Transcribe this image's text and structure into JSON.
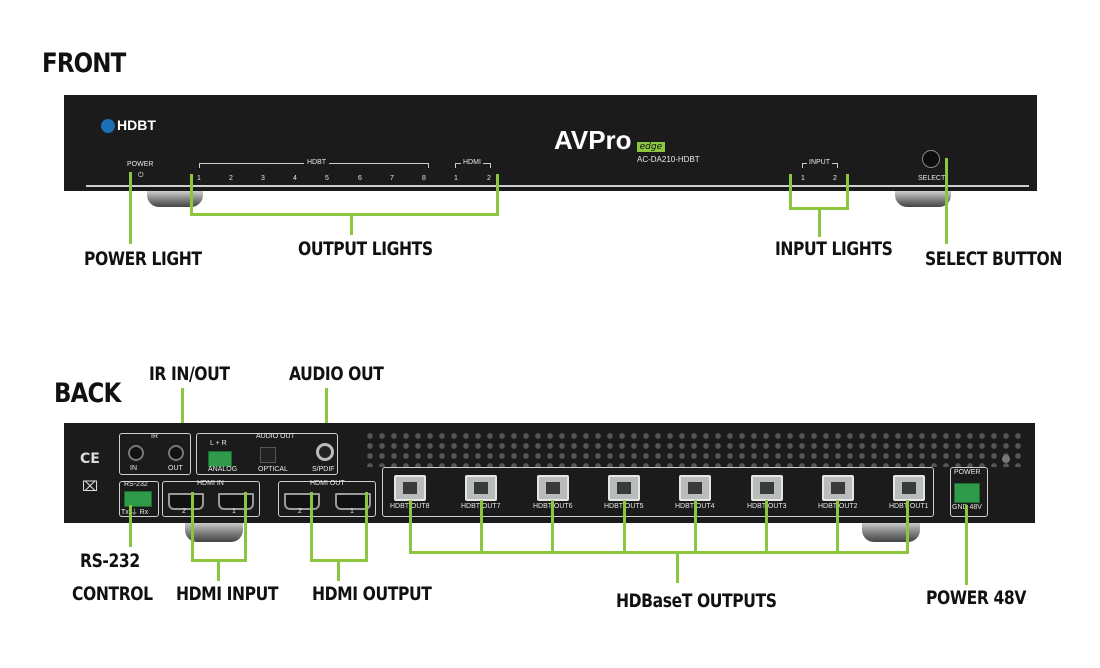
{
  "headings": {
    "front": "FRONT",
    "back": "BACK"
  },
  "front_labels": {
    "power_light": "POWER LIGHT",
    "output_lights": "OUTPUT LIGHTS",
    "input_lights": "INPUT LIGHTS",
    "select_button": "SELECT BUTTON"
  },
  "back_labels": {
    "ir": "IR IN/OUT",
    "audio_out": "AUDIO OUT",
    "rs232_line1": "RS-232",
    "rs232_line2": "CONTROL",
    "hdmi_input": "HDMI INPUT",
    "hdmi_output": "HDMI OUTPUT",
    "hdbaset_outputs": "HDBaseT OUTPUTS",
    "power48": "POWER 48V"
  },
  "front_panel": {
    "logo_hdbt": "HDBT",
    "brand": "AVPro",
    "brand_sub": "edge",
    "model": "AC-DA210-HDBT",
    "power": "POWER",
    "hdbt_group": "HDBT",
    "hdmi_group": "HDMI",
    "input_group": "INPUT",
    "select": "SELECT",
    "hdbt_nums": [
      "1",
      "2",
      "3",
      "4",
      "5",
      "6",
      "7",
      "8"
    ],
    "hdmi_nums": [
      "1",
      "2"
    ],
    "input_nums": [
      "1",
      "2"
    ]
  },
  "back_panel": {
    "ir": "IR",
    "ir_in": "IN",
    "ir_out": "OUT",
    "audio_out": "AUDIO OUT",
    "lr": "L  +  R",
    "analog": "ANALOG",
    "optical": "OPTICAL",
    "spdif": "S/PDIF",
    "rs232": "RS-232",
    "txrx": "Tx  ⏚  Rx",
    "hdmi_in": "HDMI IN",
    "hdmi_out": "HDMI OUT",
    "hdmi_in_nums": [
      "2",
      "1"
    ],
    "hdmi_out_nums": [
      "2",
      "1"
    ],
    "power": "POWER",
    "gnd48v": "GND 48V",
    "ce": "CE",
    "hdbt_outs": [
      "HDBT OUT8",
      "HDBT OUT7",
      "HDBT OUT6",
      "HDBT OUT5",
      "HDBT OUT4",
      "HDBT OUT3",
      "HDBT OUT2",
      "HDBT OUT1"
    ]
  },
  "colors": {
    "accent_green": "#8cc63f",
    "panel": "#1b1b1c",
    "logo_blue": "#1b6fb5"
  }
}
